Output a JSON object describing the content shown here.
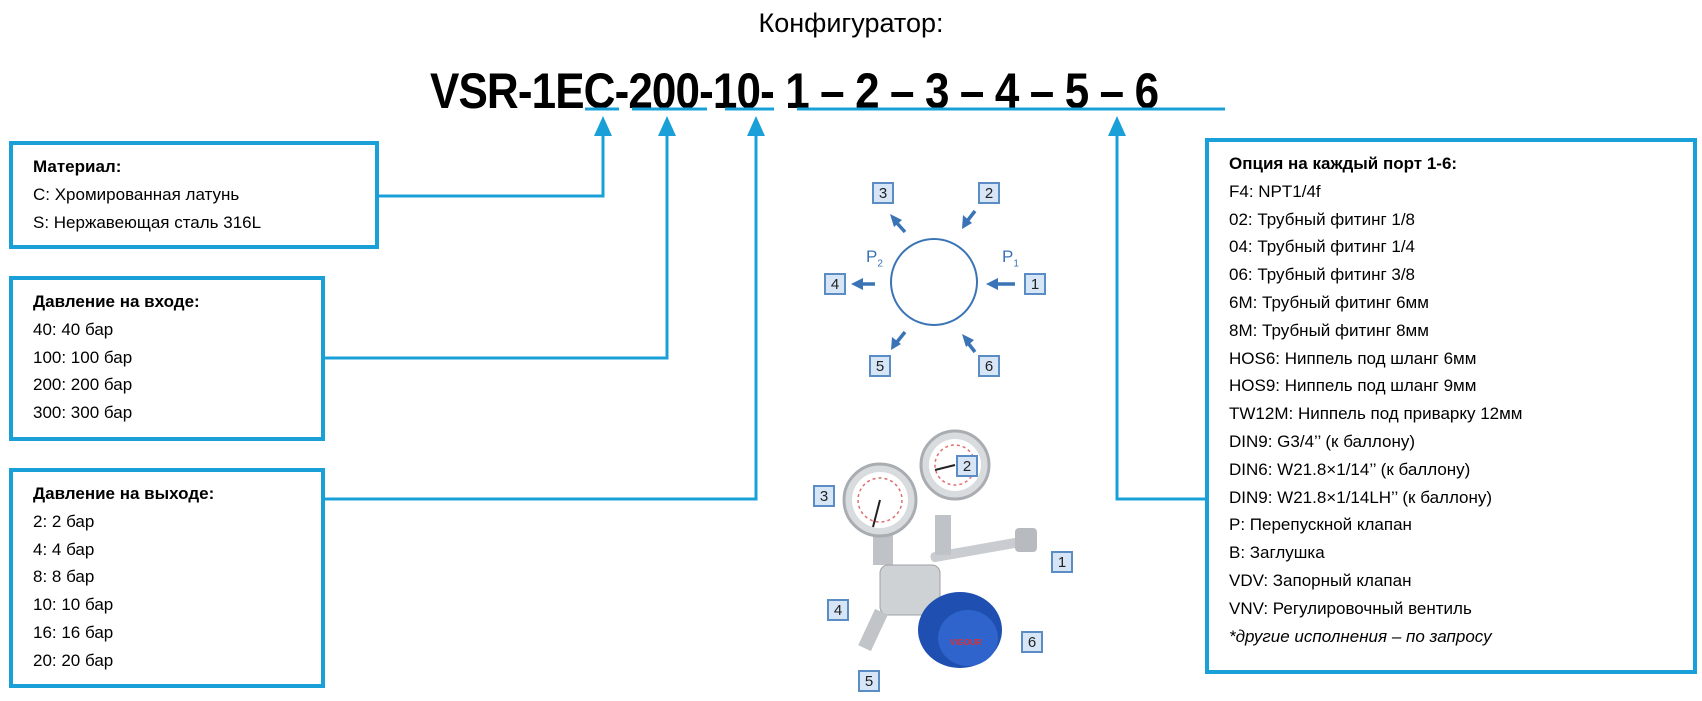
{
  "title": "Конфигуратор:",
  "code": {
    "prefix": "VSR-1E",
    "material": "C",
    "sep1": "-",
    "inlet": "200",
    "sep2": "-",
    "outlet": "10",
    "sep3": "- ",
    "ports": "1 – 2 – 3 – 4 – 5 – 6"
  },
  "material_box": {
    "heading": "Материал:",
    "items": [
      "C: Хромированная латунь",
      "S: Нержавеющая сталь 316L"
    ]
  },
  "inlet_box": {
    "heading": "Давление на входе:",
    "items": [
      "40: 40 бар",
      "100: 100 бар",
      "200: 200 бар",
      "300: 300 бар"
    ]
  },
  "outlet_box": {
    "heading": "Давление на выходе:",
    "items": [
      "2: 2 бар",
      "4: 4 бар",
      "8: 8 бар",
      "10: 10 бар",
      "16: 16 бар",
      "20: 20 бар"
    ]
  },
  "port_box": {
    "heading": "Опция на каждый порт 1-6:",
    "items": [
      "F4: NPT1/4f",
      "02: Трубный фитинг 1/8",
      "04: Трубный фитинг 1/4",
      "06: Трубный фитинг 3/8",
      "6M: Трубный фитинг 6мм",
      "8M: Трубный фитинг 8мм",
      "HOS6: Ниппель под шланг 6мм",
      "HOS9: Ниппель под шланг 9мм",
      "TW12M: Ниппель под приварку 12мм",
      "DIN9: G3/4’’ (к баллону)",
      "DIN6: W21.8×1/14’’ (к баллону)",
      "DIN9: W21.8×1/14LH’’ (к баллону)",
      "P: Перепускной клапан",
      "B: Заглушка",
      "VDV: Запорный клапан",
      "VNV: Регулировочный вентиль"
    ],
    "note": "*другие исполнения – по запросу"
  },
  "diagram": {
    "p1": "P",
    "p1_sub": "1",
    "p2": "P",
    "p2_sub": "2",
    "ports": [
      "1",
      "2",
      "3",
      "4",
      "5",
      "6"
    ]
  },
  "photo": {
    "brand": "VIGOUR",
    "ports": [
      "1",
      "2",
      "3",
      "4",
      "5",
      "6"
    ]
  },
  "colors": {
    "accent": "#1aa0d8",
    "diagram": "#3a74b6",
    "knob": "#1f4fb0"
  }
}
